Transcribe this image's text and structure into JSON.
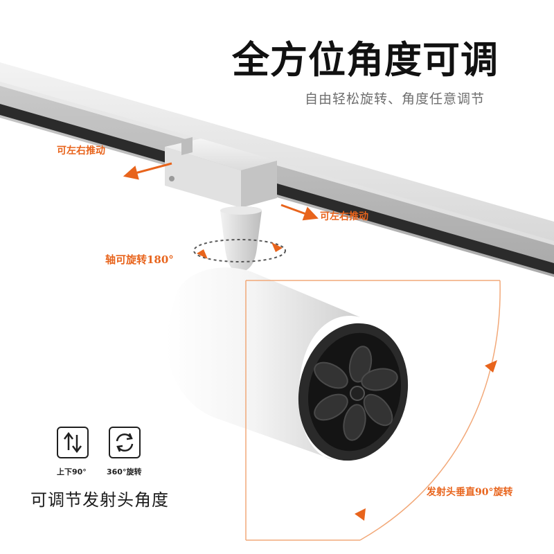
{
  "headline": "全方位角度可调",
  "subhead": "自由轻松旋转、角度任意调节",
  "callouts": {
    "slide_left_right_1": "可左右推动",
    "slide_left_right_2": "可左右推动",
    "axis_rotate": "轴可旋转180°",
    "vertical_rotate": "发射头垂直90°旋转"
  },
  "features": {
    "updown_label": "上下90°",
    "rotate360_label": "360°旋转",
    "updown_icon": "up-down-arrows-icon",
    "rotate360_icon": "rotate-360-icon"
  },
  "bottom_caption": "可调节发射头角度",
  "colors": {
    "accent": "#e8641c",
    "track": "#d9d9d9",
    "lamp_body": "#f2f2f2",
    "lens_face": "#1c1c1c",
    "headline": "#111111",
    "subhead": "#6e6e6e"
  }
}
